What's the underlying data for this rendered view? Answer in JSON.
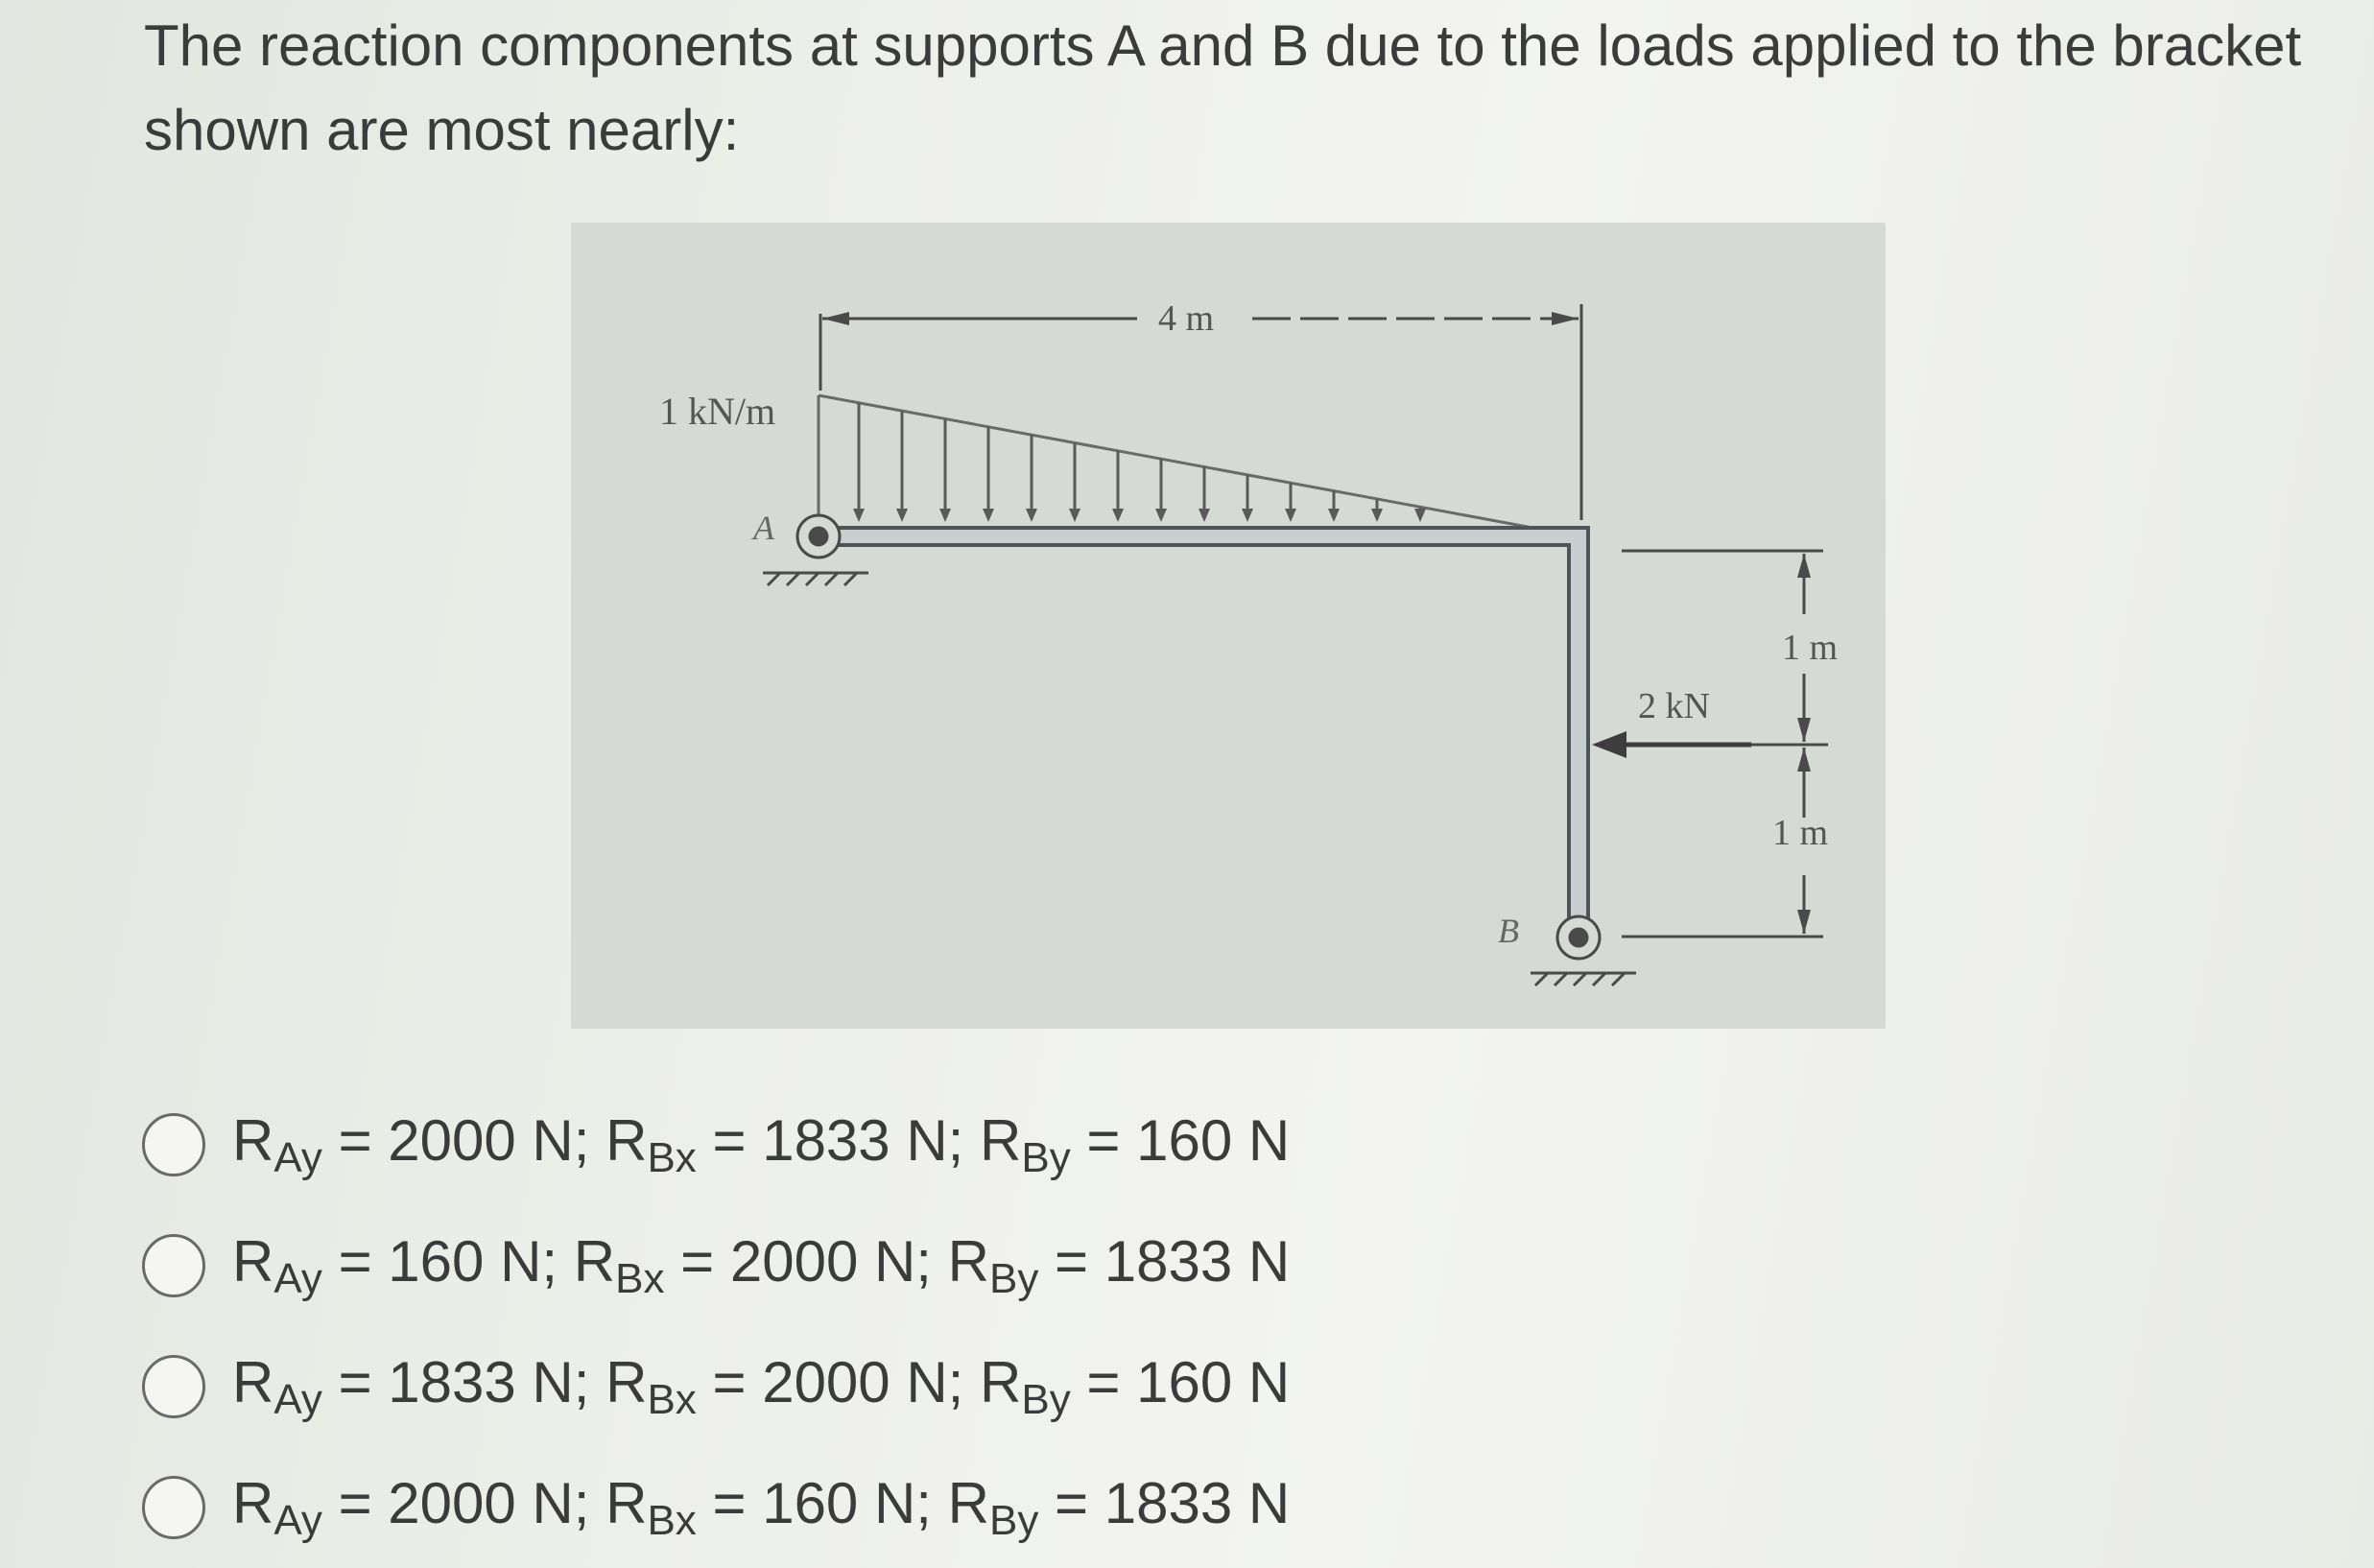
{
  "question": {
    "line1": "The reaction components at supports A and B due to the loads applied to the bracket",
    "line2": "shown are most nearly:"
  },
  "figure": {
    "dimension_span": "4 m",
    "load_intensity": "1 kN/m",
    "support_a_label": "A",
    "support_b_label": "B",
    "point_load": "2 kN",
    "dim_upper": "1 m",
    "dim_lower": "1 m"
  },
  "options": [
    {
      "ay_value": "= 2000 N;",
      "bx_value": "= 1833 N;",
      "by_value": "= 160 N"
    },
    {
      "ay_value": "= 160 N;",
      "bx_value": "= 2000 N;",
      "by_value": "= 1833 N"
    },
    {
      "ay_value": "= 1833 N;",
      "bx_value": "= 2000 N;",
      "by_value": "= 160 N"
    },
    {
      "ay_value": "= 2000 N;",
      "bx_value": "= 160 N;",
      "by_value": "= 1833 N"
    }
  ],
  "labels": {
    "r": "R",
    "ay": "Ay",
    "bx": "Bx",
    "by": "By"
  }
}
